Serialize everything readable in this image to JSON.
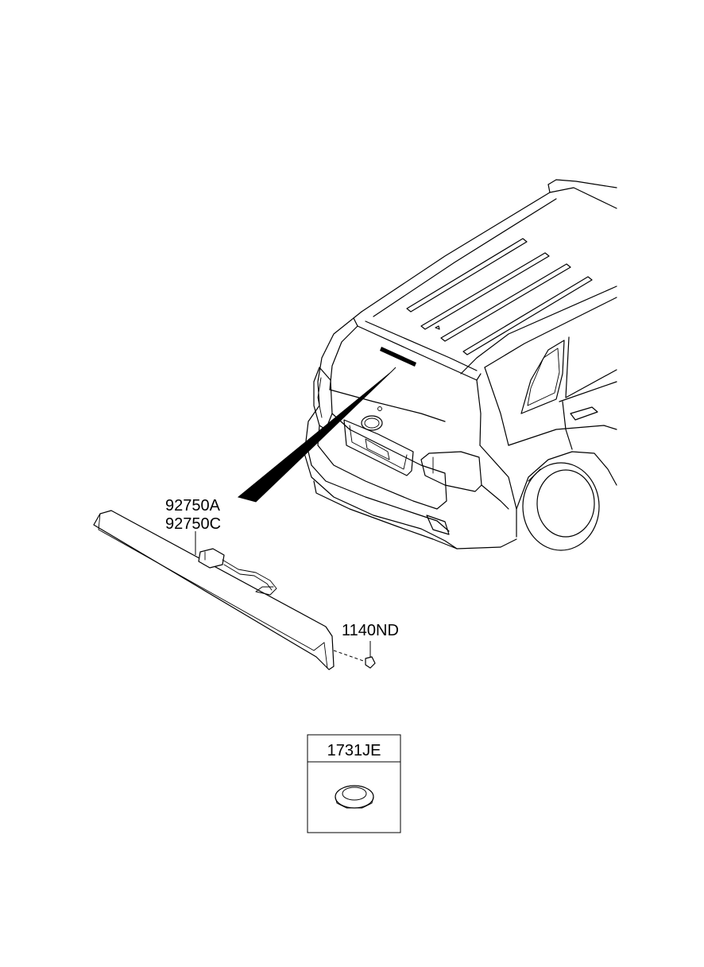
{
  "diagram": {
    "callouts": [
      {
        "id": "lamp_a",
        "label": "92750A"
      },
      {
        "id": "lamp_c",
        "label": "92750C"
      },
      {
        "id": "screw",
        "label": "1140ND"
      }
    ],
    "inset": {
      "label": "1731JE"
    }
  }
}
